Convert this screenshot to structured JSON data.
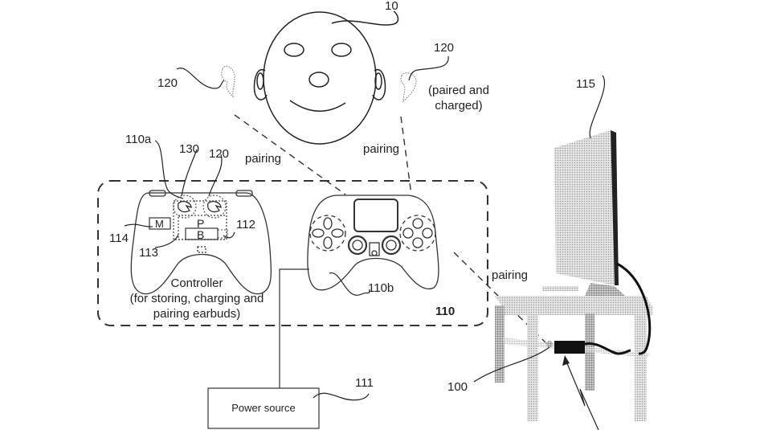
{
  "figure": {
    "user": {
      "ref": "10"
    },
    "earbuds_left": {
      "ref": "120"
    },
    "earbuds_right": {
      "ref": "120",
      "note": "(paired and charged)"
    },
    "display": {
      "ref": "115"
    },
    "dongle": {
      "ref": "100"
    },
    "system": {
      "ref": "110"
    },
    "controller_a": {
      "ref": "110a",
      "compartment_ref": "130",
      "earbud_ref": "120",
      "module_ref": "112",
      "motor_ref": "114",
      "circuit_ref": "113",
      "m_label": "M",
      "p_label": "P",
      "b_label": "B",
      "caption_line1": "Controller",
      "caption_line2": "(for storing, charging and",
      "caption_line3": "pairing earbuds)"
    },
    "controller_b": {
      "ref": "110b"
    },
    "power_source": {
      "ref": "111",
      "label": "Power source"
    },
    "links": {
      "pairing_left": "pairing",
      "pairing_right": "pairing",
      "pairing_display": "pairing"
    }
  }
}
